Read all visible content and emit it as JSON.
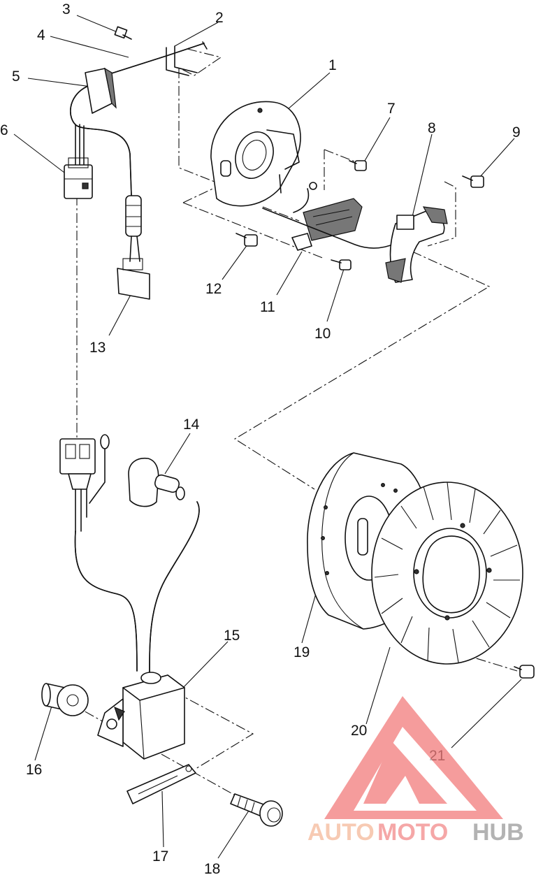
{
  "diagram": {
    "callouts": [
      "1",
      "2",
      "3",
      "4",
      "5",
      "6",
      "7",
      "8",
      "9",
      "10",
      "11",
      "12",
      "13",
      "14",
      "15",
      "16",
      "17",
      "18",
      "19",
      "20",
      "21"
    ]
  },
  "watermark": {
    "part1": "AUTO",
    "part2": "MOTO",
    "part3": "HUB",
    "colors": {
      "auto": "#f5b99a",
      "moto": "#f28a8a",
      "hub": "#9a9a9a",
      "logo": "#f27c7c"
    }
  }
}
